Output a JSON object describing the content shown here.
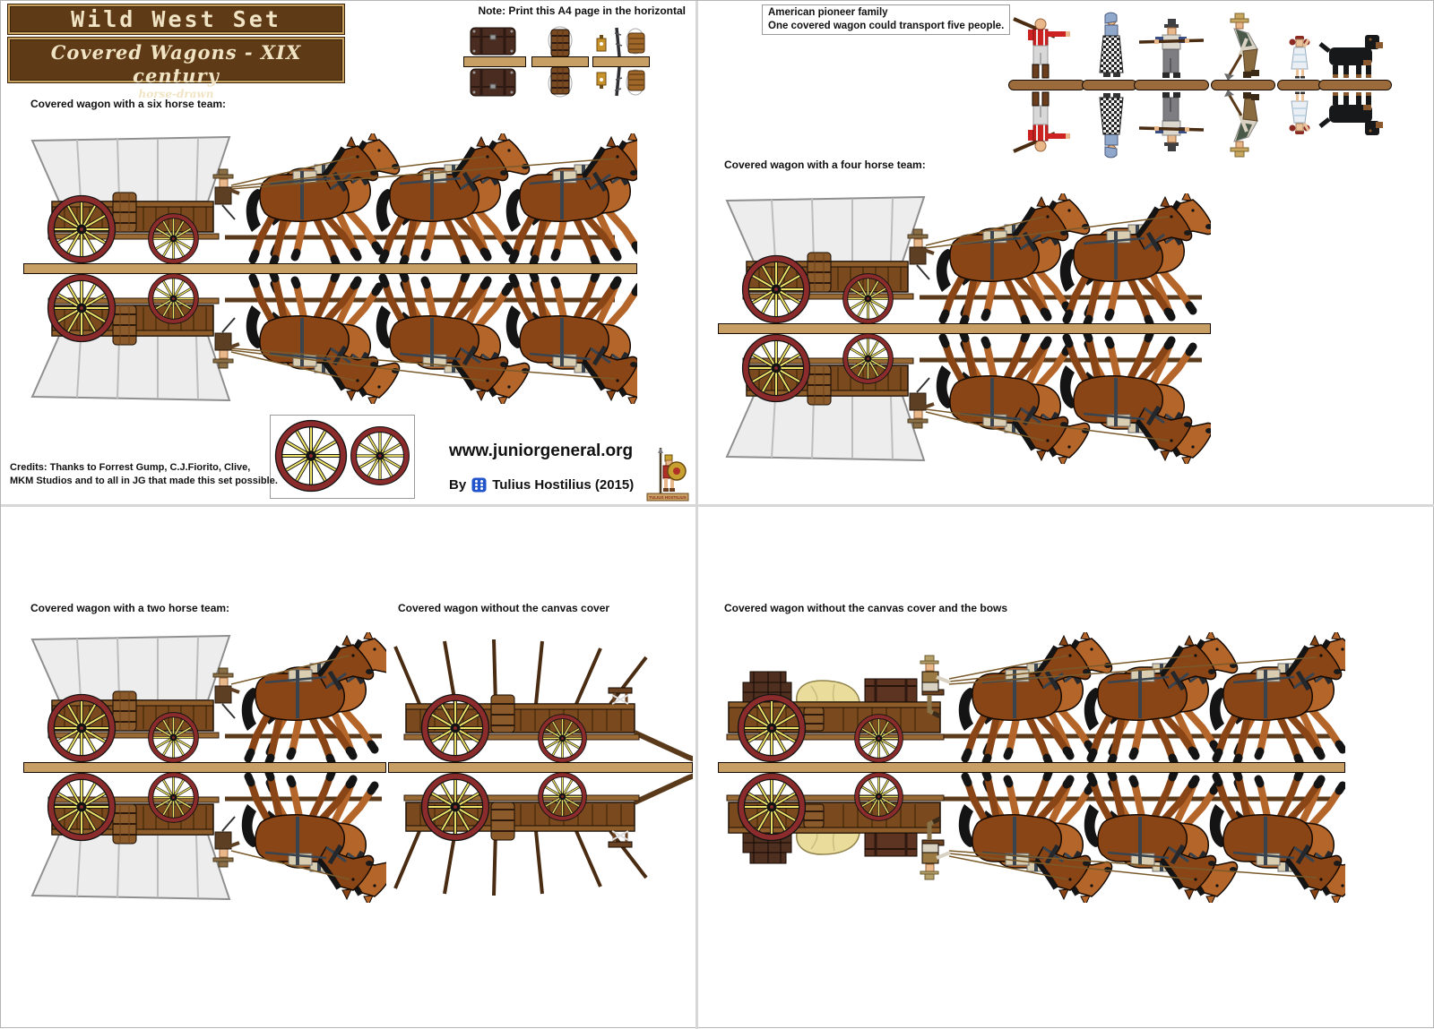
{
  "header": {
    "title": "Wild West Set",
    "subtitle": "Covered Wagons - XIX century",
    "tagline": "horse-drawn",
    "note": "Note: Print this A4 page in the horizontal"
  },
  "family_box": {
    "line1": "American pioneer family",
    "line2": "One covered wagon could transport five people."
  },
  "labels": {
    "six_horse": "Covered wagon with a six horse team:",
    "four_horse": "Covered wagon with a four horse team:",
    "two_horse": "Covered wagon with a two horse team:",
    "no_canvas": "Covered wagon without the canvas cover",
    "no_canvas_bows": "Covered wagon without the canvas cover and the bows"
  },
  "credits": {
    "line1": "Credits: Thanks to Forrest Gump, C.J.Fiorito, Clive,",
    "line2": "MKM Studios and to all in JG that made this set possible."
  },
  "footer": {
    "website": "www.juniorgeneral.org",
    "by_label": "By",
    "author": "Tulius Hostilius (2015)",
    "logo_caption": "TULIUS HOSTILIUS"
  },
  "family_figures": [
    "pioneer-man-rifle",
    "pioneer-woman",
    "pioneer-son-rifle",
    "pioneer-man-shovel",
    "pioneer-girl",
    "family-dog"
  ],
  "colors": {
    "fold_strip": "#C79E63",
    "family_strip": "#9C6B3B",
    "wheel_rim": "#8C2B2B",
    "wheel_spoke": "#EFE468",
    "canvas": "#EDEDED",
    "wagon_wood": "#7A4A1E",
    "horse_dark": "#8A4516",
    "horse_light": "#B4652A",
    "banner_bg": "#5E3A17",
    "banner_border": "#C9A25E",
    "banner_text": "#F0E4C4",
    "dice_blue": "#2255CC"
  }
}
